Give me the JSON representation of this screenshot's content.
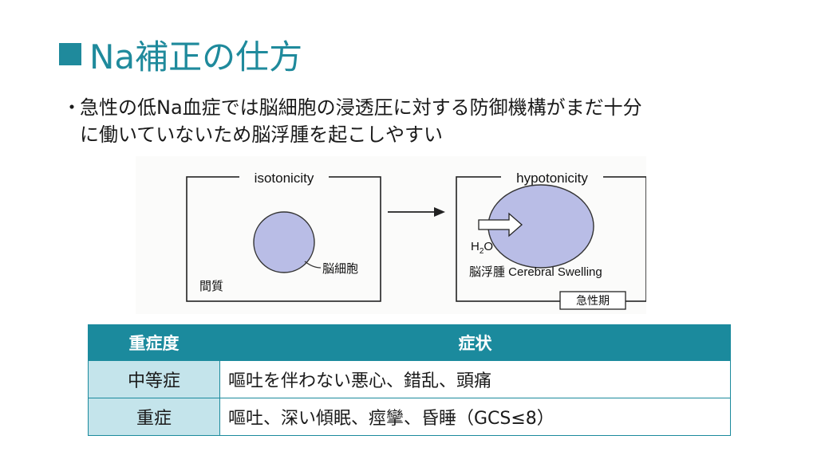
{
  "slide": {
    "title": "Na補正の仕方",
    "bullet_marker": "・",
    "bullet_line1": "急性の低Na血症では脳細胞の浸透圧に対する防御機構がまだ十分",
    "bullet_line2": "に働いていないため脳浮腫を起こしやすい"
  },
  "figure": {
    "left_label": "isotonicity",
    "right_label": "hypotonicity",
    "cell_label": "脳細胞",
    "interstitium_label": "間質",
    "water_label_main": "H",
    "water_label_sub": "2",
    "water_label_end": "O",
    "edema_label": "脳浮腫 Cerebral Swelling",
    "phase_label": "急性期"
  },
  "table": {
    "headers": [
      "重症度",
      "症状"
    ],
    "rows": [
      {
        "severity": "中等症",
        "symptoms": "嘔吐を伴わない悪心、錯乱、頭痛"
      },
      {
        "severity": "重症",
        "symptoms": "嘔吐、深い傾眠、痙攣、昏睡（GCS≤8）"
      }
    ]
  },
  "colors": {
    "accent": "#1f8a9c",
    "header_bg": "#1b8a9d",
    "severity_bg": "#c4e4eb",
    "cell_fill": "#b9bde6"
  }
}
